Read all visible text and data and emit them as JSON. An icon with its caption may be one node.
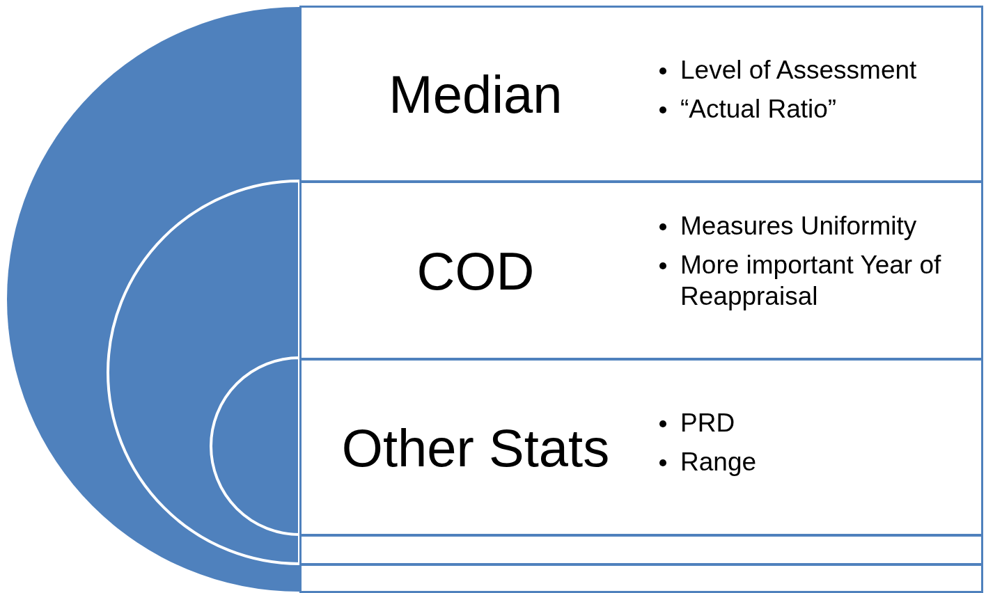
{
  "diagram": {
    "nodes": [
      {
        "text": [
          "Median",
          "Level of Assessment",
          "“Actual Ratio”"
        ]
      },
      {
        "text": [
          "COD",
          "Measures Uniformity",
          "More important Year of Reappraisal"
        ]
      },
      {
        "text": [
          "Other Stats",
          "PRD",
          "Range"
        ]
      },
      {
        "text": [],
        "shape": "box"
      },
      {
        "text": [],
        "shape": "box"
      }
    ]
  }
}
